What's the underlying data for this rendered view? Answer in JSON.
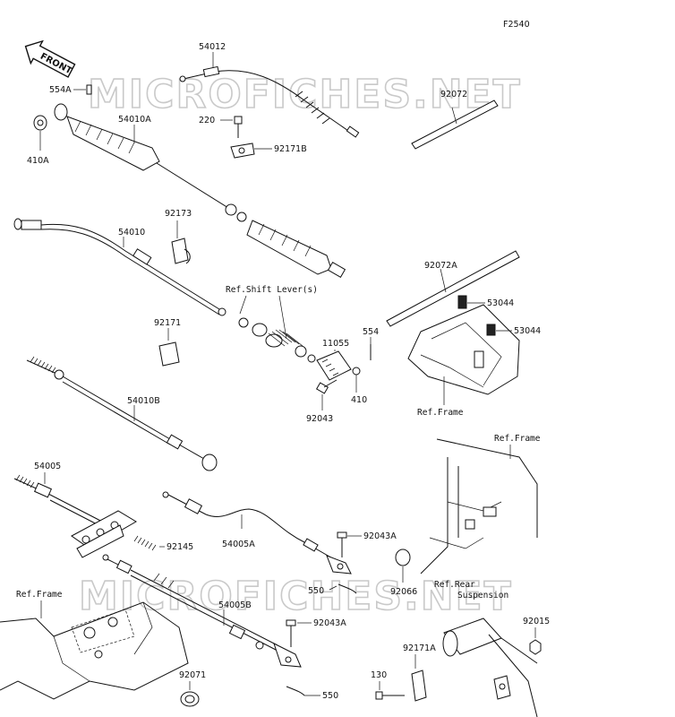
{
  "diagram_code": "F2540",
  "front_label": "FRONT",
  "watermark": [
    "MICROFICHES.NET",
    "MICROFICHES.NET"
  ],
  "parts": [
    {
      "id": "p-54012",
      "text": "54012"
    },
    {
      "id": "p-554A",
      "text": "554A"
    },
    {
      "id": "p-410A",
      "text": "410A"
    },
    {
      "id": "p-54010A",
      "text": "54010A"
    },
    {
      "id": "p-220",
      "text": "220"
    },
    {
      "id": "p-92171B",
      "text": "92171B"
    },
    {
      "id": "p-92072",
      "text": "92072"
    },
    {
      "id": "p-92173",
      "text": "92173"
    },
    {
      "id": "p-54010",
      "text": "54010"
    },
    {
      "id": "p-92072A",
      "text": "92072A"
    },
    {
      "id": "p-53044a",
      "text": "53044"
    },
    {
      "id": "p-53044b",
      "text": "53044"
    },
    {
      "id": "p-92171",
      "text": "92171"
    },
    {
      "id": "p-11055",
      "text": "11055"
    },
    {
      "id": "p-554",
      "text": "554"
    },
    {
      "id": "p-410",
      "text": "410"
    },
    {
      "id": "p-92043",
      "text": "92043"
    },
    {
      "id": "p-54010B",
      "text": "54010B"
    },
    {
      "id": "p-54005",
      "text": "54005"
    },
    {
      "id": "p-92145",
      "text": "92145"
    },
    {
      "id": "p-54005A",
      "text": "54005A"
    },
    {
      "id": "p-92043A-1",
      "text": "92043A"
    },
    {
      "id": "p-550-1",
      "text": "550"
    },
    {
      "id": "p-92066",
      "text": "92066"
    },
    {
      "id": "p-54005B",
      "text": "54005B"
    },
    {
      "id": "p-92043A-2",
      "text": "92043A"
    },
    {
      "id": "p-92015",
      "text": "92015"
    },
    {
      "id": "p-92171A",
      "text": "92171A"
    },
    {
      "id": "p-92071",
      "text": "92071"
    },
    {
      "id": "p-130",
      "text": "130"
    },
    {
      "id": "p-550-2",
      "text": "550"
    }
  ],
  "refs": {
    "shift_lever": "Ref.Shift Lever(s)",
    "frame_1": "Ref.Frame",
    "frame_2": "Ref.Frame",
    "frame_3": "Ref.Frame",
    "rear_suspension_1": "Ref.Rear",
    "rear_suspension_2": "Suspension"
  }
}
